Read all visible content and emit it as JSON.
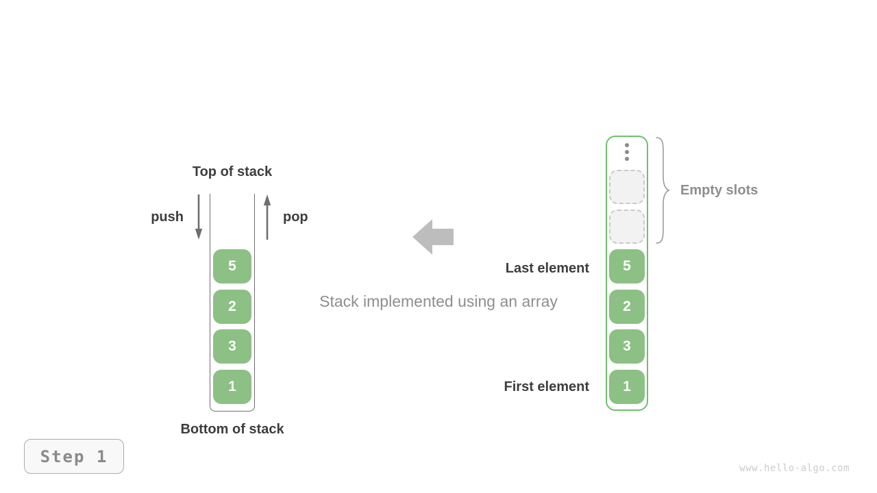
{
  "left_stack": {
    "title": "Top of stack",
    "push_label": "push",
    "pop_label": "pop",
    "values": [
      "5",
      "2",
      "3",
      "1"
    ],
    "bottom_label": "Bottom of stack"
  },
  "middle": {
    "caption": "Stack implemented using an array"
  },
  "right_array": {
    "last_element_label": "Last element",
    "first_element_label": "First element",
    "empty_slots_label": "Empty slots",
    "empty_slot_count": 2,
    "values": [
      "5",
      "2",
      "3",
      "1"
    ]
  },
  "footer": {
    "step_label": "Step 1",
    "watermark": "www.hello-algo.com"
  },
  "colors": {
    "block_green": "#8cc084",
    "array_border_green": "#6fbf6f",
    "wall_gray": "#6f6f6f",
    "arrow_gray": "#6e6e6e",
    "big_arrow_gray": "#bdbdbd",
    "dark_text": "#3d3d3d",
    "muted_text": "#8e8e8e",
    "slot_fill": "#f2f2f2",
    "slot_border": "#c9c9c9",
    "badge_bg": "#f8f8f8",
    "badge_border": "#ababab",
    "watermark_gray": "#cccccc",
    "dot_gray": "#8a8a8a",
    "brace_gray": "#9a9a9a"
  }
}
